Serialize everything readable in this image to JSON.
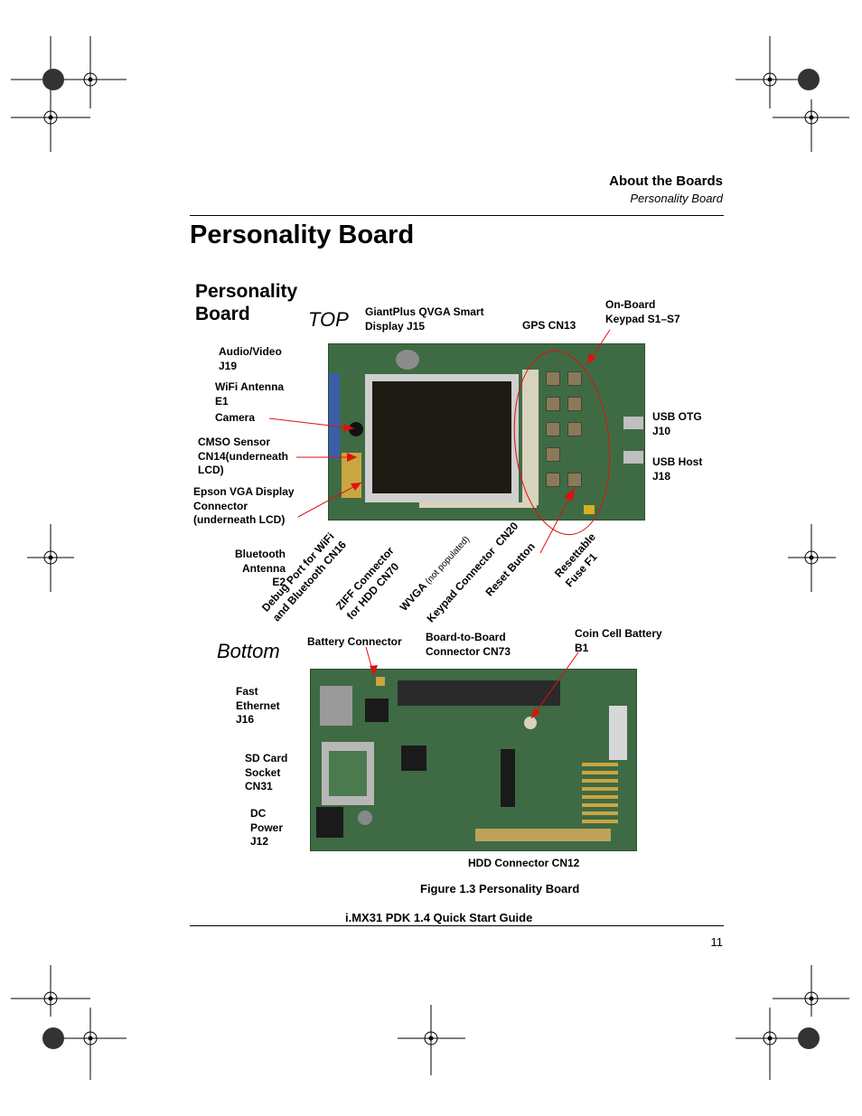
{
  "header": {
    "title": "About the Boards",
    "subtitle": "Personality Board"
  },
  "page_title": "Personality Board",
  "figure": {
    "heading": "Personality\nBoard",
    "top_label": "TOP",
    "bottom_label": "Bottom",
    "top_labels": {
      "giantplus": "GiantPlus QVGA Smart\nDisplay J15",
      "gps": "GPS CN13",
      "keypad": "On-Board\nKeypad S1–S7",
      "audio": "Audio/Video\nJ19",
      "wifi": "WiFi Antenna\nE1",
      "camera": "Camera",
      "cmso": "CMSO Sensor\nCN14(underneath\nLCD)",
      "epson": "Epson VGA Display\nConnector\n(underneath LCD)",
      "usb_otg": "USB OTG\nJ10",
      "usb_host": "USB Host\nJ18",
      "bluetooth": "Bluetooth\nAntenna\nE2",
      "debug": "Debug Port for WiFi\nand Bluetooth CN16",
      "ziff": "ZIFF Connector\nfor HDD CN70",
      "wvga": "WVGA",
      "wvga_note": "(not populated)",
      "keypad_conn": "Keypad Connector  CN20",
      "reset": "Reset Button",
      "fuse": "Resettable\nFuse F1"
    },
    "bottom_labels": {
      "battery_conn": "Battery Connector",
      "b2b": "Board-to-Board\nConnector CN73",
      "coin": "Coin Cell Battery\nB1",
      "ethernet": "Fast\nEthernet\nJ16",
      "sdcard": "SD Card\nSocket\nCN31",
      "dc": "DC\nPower\nJ12",
      "hdd": "HDD Connector CN12"
    },
    "caption": "Figure 1.3  Personality Board"
  },
  "footer": {
    "guide": "i.MX31 PDK 1.4 Quick Start Guide",
    "page_number": "11"
  },
  "colors": {
    "pcb": "#3f6b44",
    "annotation_red": "#e01010"
  }
}
